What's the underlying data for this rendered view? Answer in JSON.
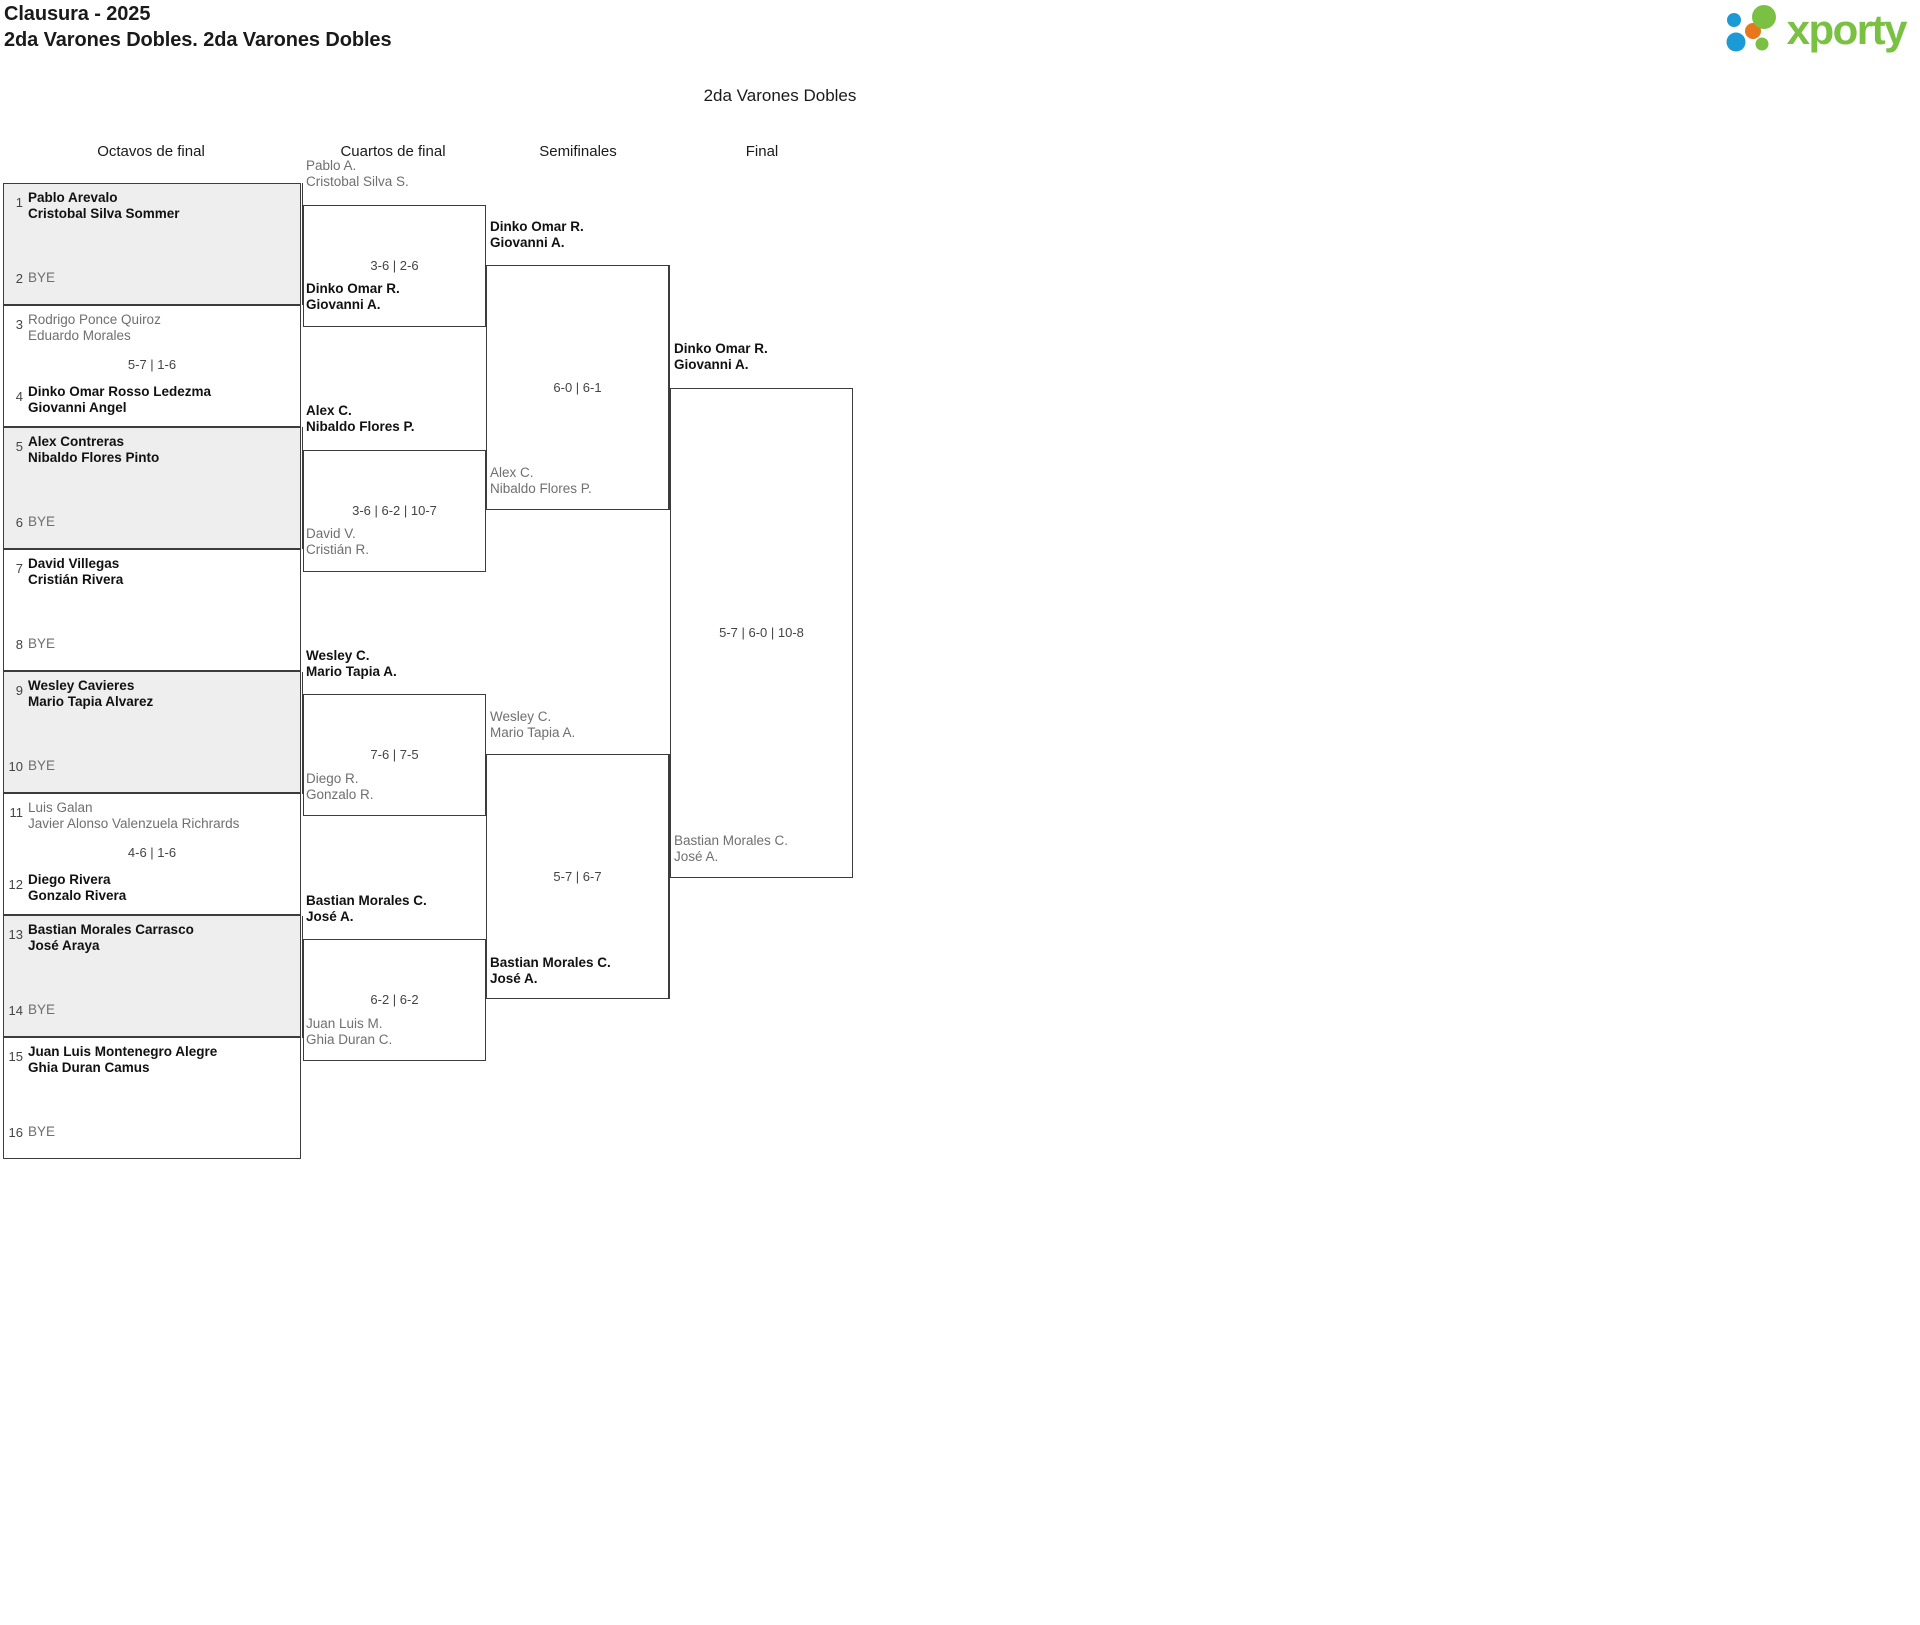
{
  "header": {
    "title_line1": "Clausura - 2025",
    "title_line2": "2da Varones Dobles. 2da Varones Dobles",
    "brand_word": "xporty",
    "brand_colors": {
      "green": "#7ac143",
      "blue": "#1b9ad6",
      "orange": "#e8761a"
    }
  },
  "bracket_caption": "2da Varones Dobles",
  "rounds": [
    {
      "label": "Octavos de final"
    },
    {
      "label": "Cuartos de final"
    },
    {
      "label": "Semifinales"
    },
    {
      "label": "Final"
    }
  ],
  "round1": [
    {
      "shaded": true,
      "score": "",
      "top": {
        "seed": "1",
        "line1": "Pablo Arevalo",
        "line2": "Cristobal Silva Sommer",
        "winner": true,
        "bye": false
      },
      "bottom": {
        "seed": "2",
        "line1": "BYE",
        "line2": "",
        "winner": false,
        "bye": true
      }
    },
    {
      "shaded": false,
      "score": "5-7 | 1-6",
      "top": {
        "seed": "3",
        "line1": "Rodrigo Ponce Quiroz",
        "line2": "Eduardo Morales",
        "winner": false,
        "bye": false
      },
      "bottom": {
        "seed": "4",
        "line1": "Dinko Omar Rosso Ledezma",
        "line2": "Giovanni Angel",
        "winner": true,
        "bye": false
      }
    },
    {
      "shaded": true,
      "score": "",
      "top": {
        "seed": "5",
        "line1": "Alex Contreras",
        "line2": "Nibaldo Flores Pinto",
        "winner": true,
        "bye": false
      },
      "bottom": {
        "seed": "6",
        "line1": "BYE",
        "line2": "",
        "winner": false,
        "bye": true
      }
    },
    {
      "shaded": false,
      "score": "",
      "top": {
        "seed": "7",
        "line1": "David Villegas",
        "line2": "Cristián Rivera",
        "winner": true,
        "bye": false
      },
      "bottom": {
        "seed": "8",
        "line1": "BYE",
        "line2": "",
        "winner": false,
        "bye": true
      }
    },
    {
      "shaded": true,
      "score": "",
      "top": {
        "seed": "9",
        "line1": "Wesley Cavieres",
        "line2": "Mario Tapia Alvarez",
        "winner": true,
        "bye": false
      },
      "bottom": {
        "seed": "10",
        "line1": "BYE",
        "line2": "",
        "winner": false,
        "bye": true
      }
    },
    {
      "shaded": false,
      "score": "4-6 | 1-6",
      "top": {
        "seed": "11",
        "line1": "Luis Galan",
        "line2": "Javier Alonso Valenzuela Richrards",
        "winner": false,
        "bye": false
      },
      "bottom": {
        "seed": "12",
        "line1": "Diego Rivera",
        "line2": "Gonzalo Rivera",
        "winner": true,
        "bye": false
      }
    },
    {
      "shaded": true,
      "score": "",
      "top": {
        "seed": "13",
        "line1": "Bastian Morales Carrasco",
        "line2": "José Araya",
        "winner": true,
        "bye": false
      },
      "bottom": {
        "seed": "14",
        "line1": "BYE",
        "line2": "",
        "winner": false,
        "bye": true
      }
    },
    {
      "shaded": false,
      "score": "",
      "top": {
        "seed": "15",
        "line1": "Juan Luis Montenegro Alegre",
        "line2": "Ghia Duran Camus",
        "winner": true,
        "bye": false
      },
      "bottom": {
        "seed": "16",
        "line1": "BYE",
        "line2": "",
        "winner": false,
        "bye": true
      }
    }
  ],
  "quarterfinals": [
    {
      "score": "3-6 | 2-6",
      "top": {
        "line1": "Pablo A.",
        "line2": "Cristobal Silva S.",
        "winner": false
      },
      "bottom": {
        "line1": "Dinko Omar R.",
        "line2": "Giovanni A.",
        "winner": true
      }
    },
    {
      "score": "3-6 | 6-2 | 10-7",
      "top": {
        "line1": "Alex C.",
        "line2": "Nibaldo Flores P.",
        "winner": true
      },
      "bottom": {
        "line1": "David V.",
        "line2": "Cristián R.",
        "winner": false
      }
    },
    {
      "score": "7-6 | 7-5",
      "top": {
        "line1": "Wesley C.",
        "line2": "Mario Tapia A.",
        "winner": true
      },
      "bottom": {
        "line1": "Diego R.",
        "line2": "Gonzalo R.",
        "winner": false
      }
    },
    {
      "score": "6-2 | 6-2",
      "top": {
        "line1": "Bastian Morales C.",
        "line2": "José A.",
        "winner": true
      },
      "bottom": {
        "line1": "Juan Luis M.",
        "line2": "Ghia Duran C.",
        "winner": false
      }
    }
  ],
  "semifinals": [
    {
      "score": "6-0 | 6-1",
      "top": {
        "line1": "Dinko Omar R.",
        "line2": "Giovanni A.",
        "winner": true
      },
      "bottom": {
        "line1": "Alex C.",
        "line2": "Nibaldo Flores P.",
        "winner": false
      }
    },
    {
      "score": "5-7 | 6-7",
      "top": {
        "line1": "Wesley C.",
        "line2": "Mario Tapia A.",
        "winner": false
      },
      "bottom": {
        "line1": "Bastian Morales C.",
        "line2": "José A.",
        "winner": true
      }
    }
  ],
  "final": {
    "score": "5-7 | 6-0 | 10-8",
    "top": {
      "line1": "Dinko Omar R.",
      "line2": "Giovanni A.",
      "winner": true
    },
    "bottom": {
      "line1": "Bastian Morales C.",
      "line2": "José A.",
      "winner": false
    }
  }
}
